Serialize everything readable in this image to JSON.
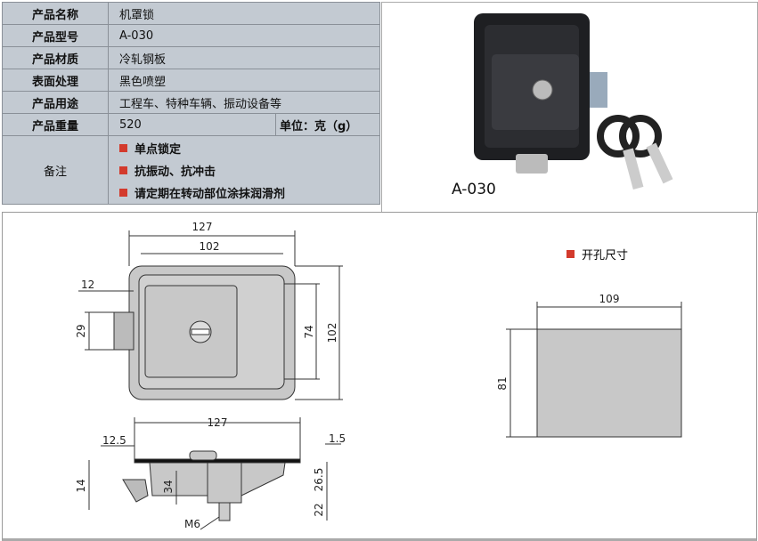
{
  "spec": {
    "rows": [
      {
        "key": "产品名称",
        "value": "机罩锁"
      },
      {
        "key": "产品型号",
        "value": "A-030"
      },
      {
        "key": "产品材质",
        "value": "冷轧钢板"
      },
      {
        "key": "表面处理",
        "value": "黑色喷塑"
      },
      {
        "key": "产品用途",
        "value": "工程车、特种车辆、振动设备等"
      },
      {
        "key": "产品重量",
        "value": "520",
        "unit": "单位：克（g）"
      }
    ],
    "notes_key": "备注",
    "notes": [
      "单点锁定",
      "抗振动、抗冲击",
      "请定期在转动部位涂抹润滑剂"
    ]
  },
  "photo": {
    "model_label": "A-030"
  },
  "drawing": {
    "front": {
      "w_outer": "127",
      "w_inner": "102",
      "left_off": "12",
      "h_latch": "29",
      "h_inner": "74",
      "h_outer": "102"
    },
    "side": {
      "w": "127",
      "left": "12.5",
      "thick": "1.5",
      "h_left": "14",
      "h_body": "34",
      "h_right": "26.5",
      "h_bolt": "22",
      "thread": "M6"
    },
    "hole": {
      "title": "开孔尺寸",
      "w": "109",
      "h": "81"
    }
  },
  "colors": {
    "bg": "#c3cad2",
    "bullet": "#d33a2c"
  }
}
